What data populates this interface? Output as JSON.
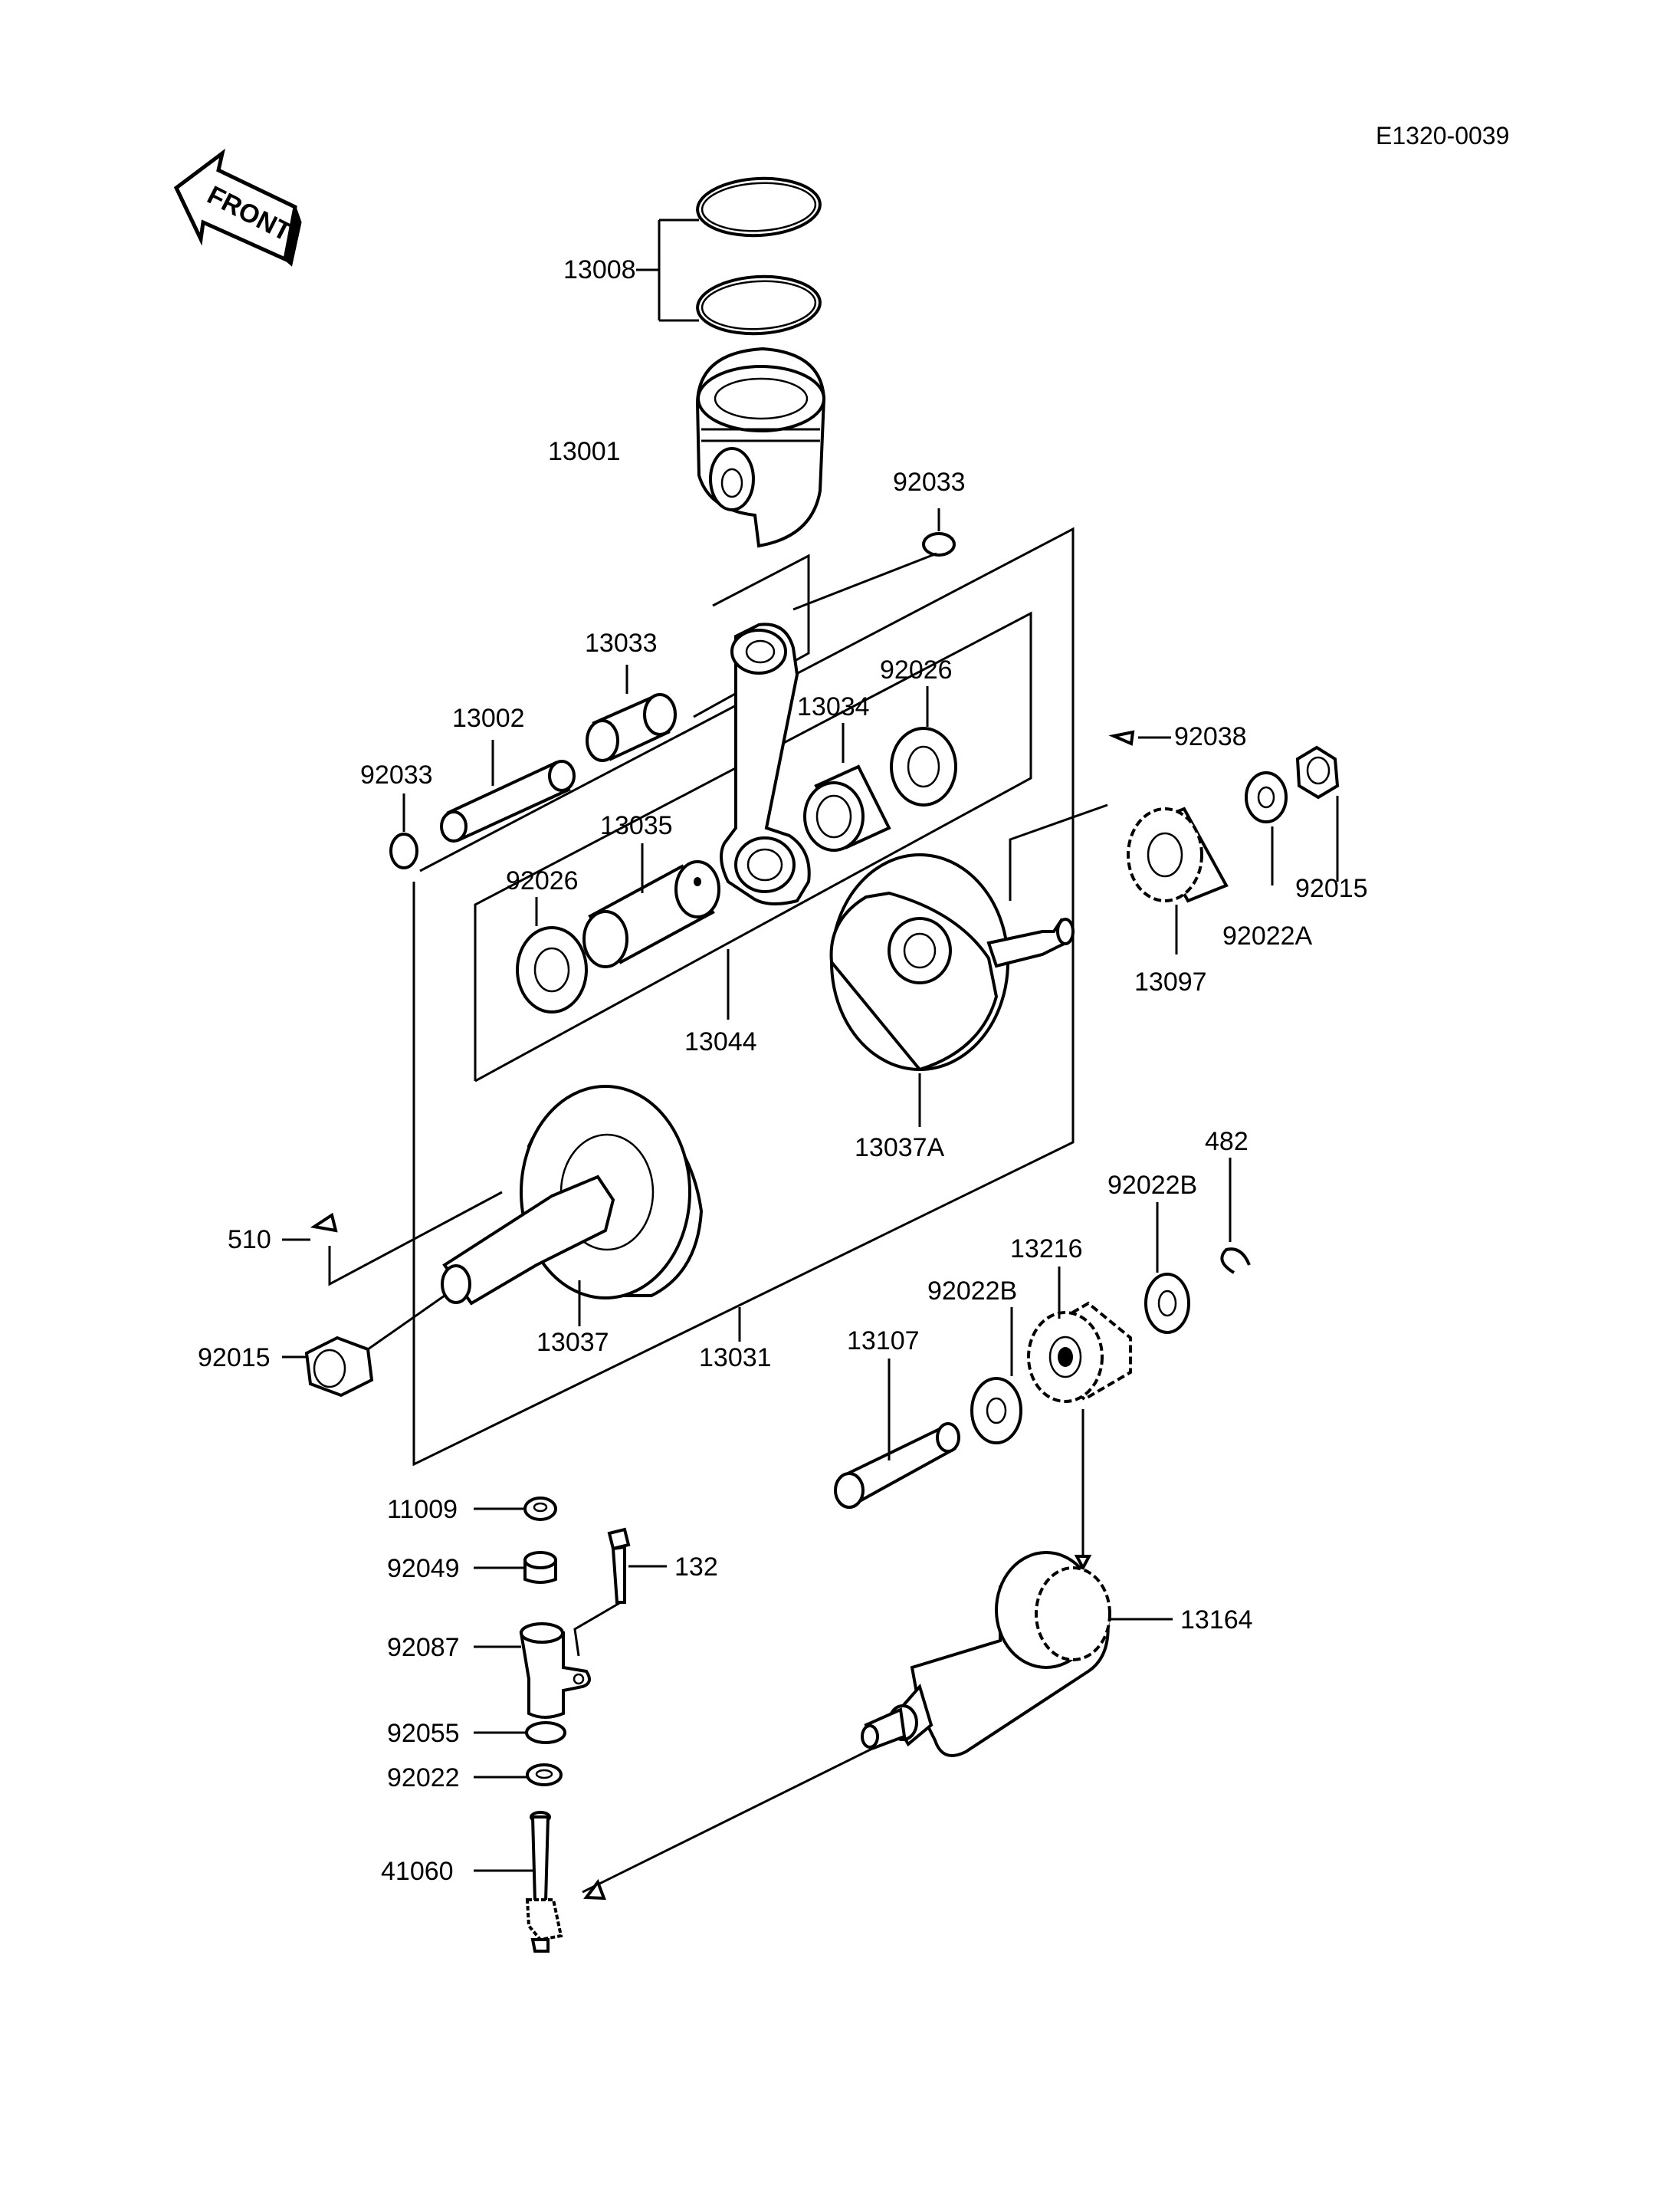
{
  "diagram_code": "E1320-0039",
  "front_label": "FRONT",
  "parts": [
    {
      "id": "p13008",
      "label": "13008",
      "name": "piston-rings"
    },
    {
      "id": "p13001",
      "label": "13001",
      "name": "piston"
    },
    {
      "id": "p92033a",
      "label": "92033",
      "name": "piston-pin-clip-right"
    },
    {
      "id": "p13033",
      "label": "13033",
      "name": "small-end-needle-bearing"
    },
    {
      "id": "p13002",
      "label": "13002",
      "name": "piston-pin"
    },
    {
      "id": "p92033b",
      "label": "92033",
      "name": "piston-pin-clip-left"
    },
    {
      "id": "p13034",
      "label": "13034",
      "name": "big-end-needle-bearing"
    },
    {
      "id": "p92026a",
      "label": "92026",
      "name": "thrust-washer-right"
    },
    {
      "id": "p92038",
      "label": "92038",
      "name": "woodruff-key-right"
    },
    {
      "id": "p92015a",
      "label": "92015",
      "name": "crankshaft-nut-right"
    },
    {
      "id": "p92022a",
      "label": "92022A",
      "name": "washer-92022a"
    },
    {
      "id": "p13097",
      "label": "13097",
      "name": "primary-gear"
    },
    {
      "id": "p13035",
      "label": "13035",
      "name": "crank-pin"
    },
    {
      "id": "p92026b",
      "label": "92026",
      "name": "thrust-washer-left"
    },
    {
      "id": "p13044",
      "label": "13044",
      "name": "connecting-rod-assy"
    },
    {
      "id": "p13037a",
      "label": "13037A",
      "name": "crank-half-right"
    },
    {
      "id": "p482",
      "label": "482",
      "name": "circlip"
    },
    {
      "id": "p92022b1",
      "label": "92022B",
      "name": "washer-92022b-outer"
    },
    {
      "id": "p13216",
      "label": "13216",
      "name": "idle-gear"
    },
    {
      "id": "p92022b2",
      "label": "92022B",
      "name": "washer-92022b-inner"
    },
    {
      "id": "p510",
      "label": "510",
      "name": "woodruff-key-left"
    },
    {
      "id": "p13037",
      "label": "13037",
      "name": "crank-half-left"
    },
    {
      "id": "p13031",
      "label": "13031",
      "name": "crankshaft-assy"
    },
    {
      "id": "p92015b",
      "label": "92015",
      "name": "crankshaft-nut-left"
    },
    {
      "id": "p13107",
      "label": "13107",
      "name": "idle-gear-shaft"
    },
    {
      "id": "p11009",
      "label": "11009",
      "name": "gasket"
    },
    {
      "id": "p92049",
      "label": "92049",
      "name": "oil-seal"
    },
    {
      "id": "p132",
      "label": "132",
      "name": "bolt"
    },
    {
      "id": "p92087",
      "label": "92087",
      "name": "bushing"
    },
    {
      "id": "p13164",
      "label": "13164",
      "name": "balancer-shaft"
    },
    {
      "id": "p92055",
      "label": "92055",
      "name": "o-ring"
    },
    {
      "id": "p92022",
      "label": "92022",
      "name": "washer-92022"
    },
    {
      "id": "p41060",
      "label": "41060",
      "name": "tachometer-pinion-shaft"
    }
  ]
}
